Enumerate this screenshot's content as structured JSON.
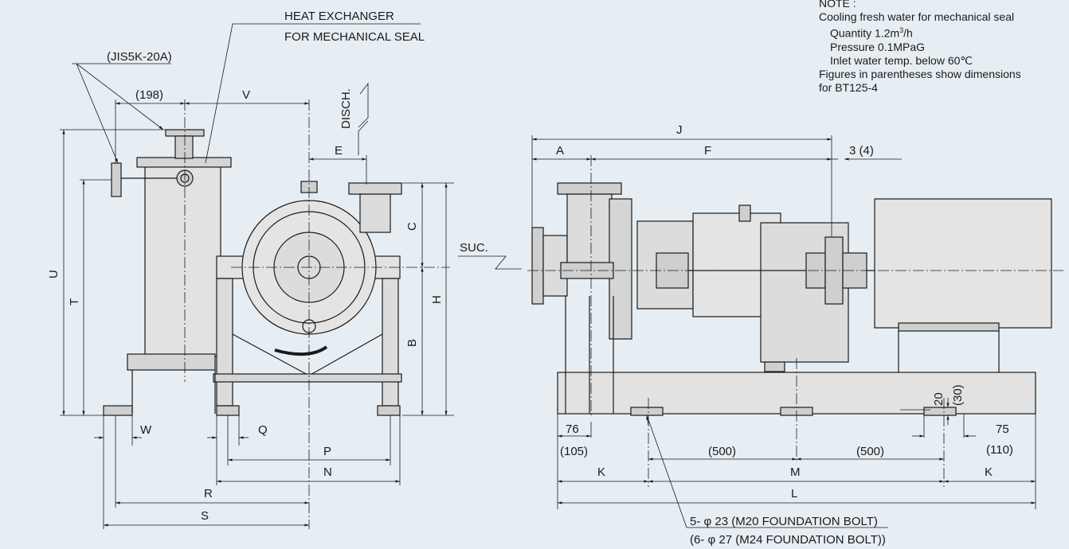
{
  "labels": {
    "heat_exchanger_1": "HEAT EXCHANGER",
    "heat_exchanger_2": "FOR MECHANICAL SEAL",
    "jis": "(JIS5K-20A)",
    "disch": "DISCH.",
    "suc": "SUC.",
    "bolt_1": "5- φ 23 (M20 FOUNDATION BOLT)",
    "bolt_2": "(6- φ 27 (M24 FOUNDATION BOLT))"
  },
  "dims": {
    "d198": "(198)",
    "V": "V",
    "E": "E",
    "C": "C",
    "B": "B",
    "H": "H",
    "U": "U",
    "T": "T",
    "W": "W",
    "Q": "Q",
    "P": "P",
    "N": "N",
    "R": "R",
    "S": "S",
    "J": "J",
    "A": "A",
    "F": "F",
    "d3": "3 (4)",
    "d20": "20",
    "d30": "(30)",
    "d76": "76",
    "d105": "(105)",
    "d500a": "(500)",
    "d500b": "(500)",
    "d75": "75",
    "d110": "(110)",
    "K1": "K",
    "M": "M",
    "K2": "K",
    "L": "L"
  },
  "note": {
    "title": "NOTE :",
    "line1": "Cooling fresh water for mechanical seal",
    "line2_a": "Quantity  1.2m",
    "line2_sup": "3",
    "line2_b": "/h",
    "line3": "Pressure  0.1MPaG",
    "line4": "Inlet water temp. below 60℃",
    "line5": "Figures in parentheses show dimensions",
    "line6": "for BT125-4"
  }
}
